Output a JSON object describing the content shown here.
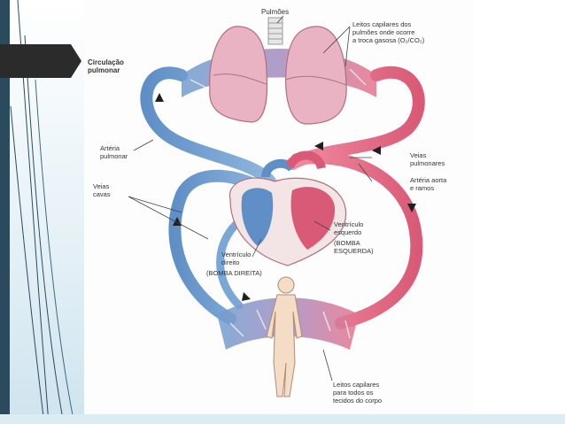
{
  "labels": {
    "pulmoes": "Pulmões",
    "leitos_pulm_1": "Leitos capilares dos",
    "leitos_pulm_2": "pulmões onde ocorre",
    "leitos_pulm_3": "a troca gasosa (O₂/CO₂)",
    "circ_pulm_1": "Circulação",
    "circ_pulm_2": "pulmonar",
    "arteria_pulm_1": "Artéria",
    "arteria_pulm_2": "pulmonar",
    "veias_pulm_1": "Veias",
    "veias_pulm_2": "pulmonares",
    "arteria_aorta_1": "Artéria aorta",
    "arteria_aorta_2": "e ramos",
    "veias_cavas_1": "Veias",
    "veias_cavas_2": "cavas",
    "vent_esq_1": "Ventrículo",
    "vent_esq_2": "esquerdo",
    "vent_esq_3": "(BOMBA",
    "vent_esq_4": "ESQUERDA)",
    "vent_dir_1": "Ventrículo",
    "vent_dir_2": "direito",
    "vent_dir_3": "(BOMBA DIREITA)",
    "leitos_corpo_1": "Leitos capilares",
    "leitos_corpo_2": "para todos os",
    "leitos_corpo_3": "tecidos do corpo"
  },
  "colors": {
    "venous": "#6f9fd0",
    "arterial": "#e8738c",
    "lung": "#e7b0c0",
    "body": "#f4dcc6",
    "frame_dark": "#2c4a5e"
  }
}
